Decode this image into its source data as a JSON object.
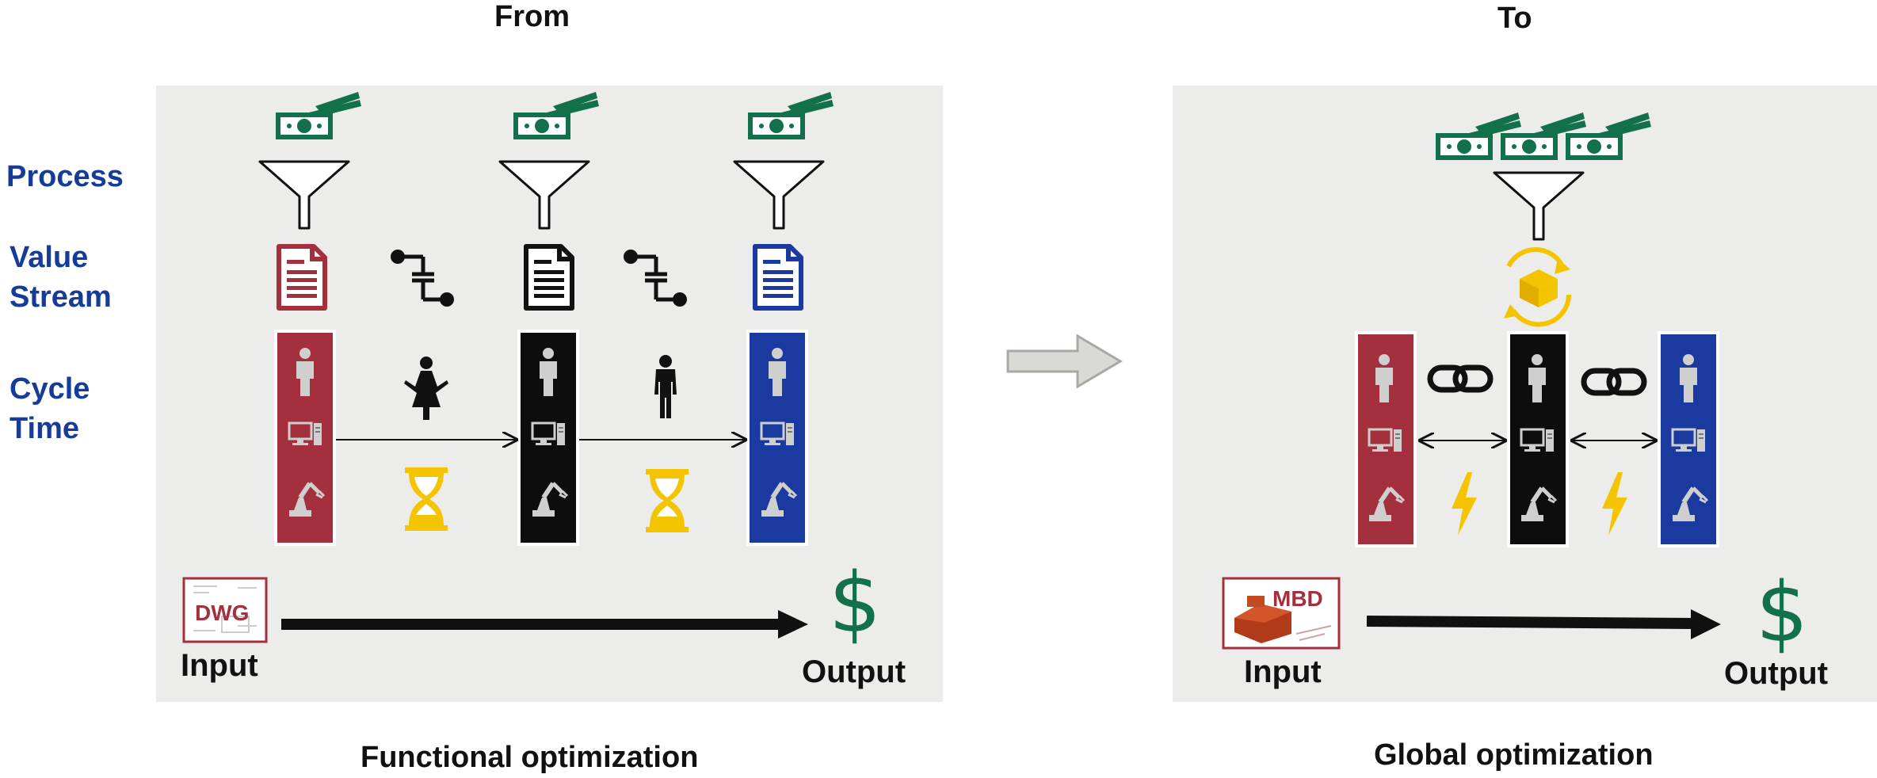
{
  "left": {
    "heading": "From",
    "caption": "Functional optimization",
    "input_label": "Input",
    "output_label": "Output",
    "doc_label": "DWG",
    "output_symbol": "$"
  },
  "right": {
    "heading": "To",
    "caption": "Global optimization",
    "input_label": "Input",
    "output_label": "Output",
    "doc_label": "MBD",
    "output_symbol": "$"
  },
  "rows": {
    "process": "Process",
    "value_stream_1": "Value",
    "value_stream_2": "Stream",
    "cycle_time_1": "Cycle",
    "cycle_time_2": "Time"
  },
  "colors": {
    "panel": "#ececea",
    "red": "#a3303c",
    "black": "#0d0d0d",
    "blue": "#1a3aa0",
    "money_green": "#12704a",
    "hourglass_yellow": "#f5c400",
    "bolt_yellow": "#f5c400",
    "label_blue": "#163c9a"
  },
  "icons": [
    "money-icon",
    "funnel-icon",
    "document-icon",
    "handoff-icon",
    "person-icon",
    "computer-icon",
    "robot-arm-icon",
    "hourglass-icon",
    "chain-link-icon",
    "lightning-icon",
    "cycle-box-icon",
    "arrow-icon"
  ]
}
